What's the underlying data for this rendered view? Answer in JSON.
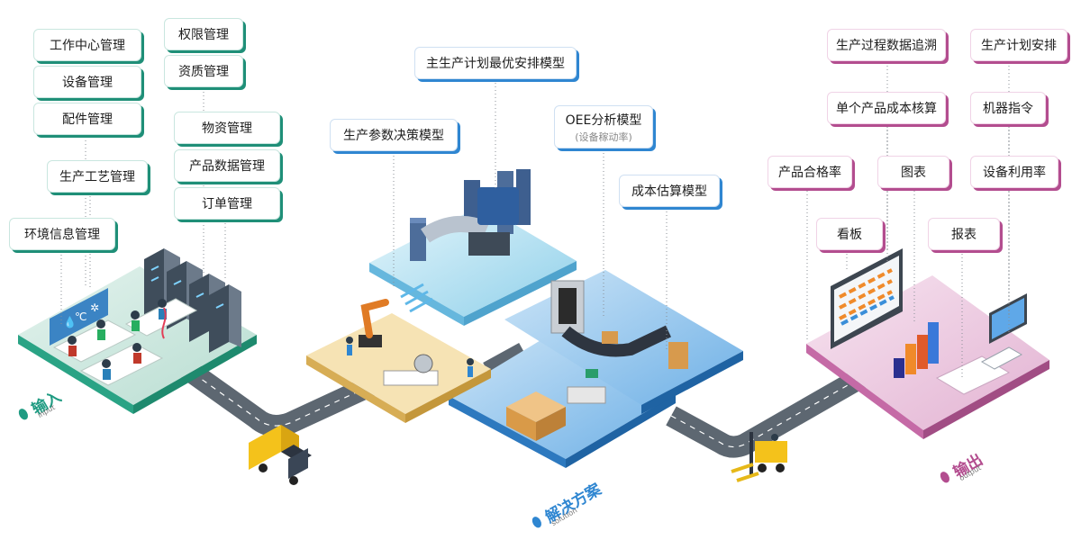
{
  "input": {
    "title": "输入",
    "title_en": "input",
    "color": "#1f9b82",
    "labels": [
      "工作中心管理",
      "设备管理",
      "配件管理",
      "生产工艺管理",
      "环境信息管理",
      "权限管理",
      "资质管理",
      "物资管理",
      "产品数据管理",
      "订单管理"
    ]
  },
  "solution": {
    "title": "解决方案",
    "title_en": "solution",
    "color": "#2f86d1",
    "labels": [
      "主生产计划最优安排模型",
      "生产参数决策模型",
      "OEE分析模型",
      "成本估算模型"
    ],
    "oee_sub": "(设备稼动率)"
  },
  "output": {
    "title": "输出",
    "title_en": "output",
    "color": "#b34d8f",
    "labels": [
      "生产过程数据追溯",
      "生产计划安排",
      "单个产品成本核算",
      "机器指令",
      "产品合格率",
      "图表",
      "设备利用率",
      "看板",
      "报表"
    ]
  },
  "icons": [
    "truck-icon",
    "forklift-icon",
    "server-rack-icon",
    "office-desks-icon",
    "thermometer-icon",
    "robot-arm-icon",
    "pump-machine-icon",
    "conveyor-icon",
    "cargo-boxes-icon",
    "dashboard-board-icon",
    "bar-chart-icon",
    "computer-icon"
  ],
  "colors": {
    "teal": "#1f8f78",
    "blue": "#2f86d1",
    "pink": "#b34d8f",
    "road": "#5d6771"
  }
}
